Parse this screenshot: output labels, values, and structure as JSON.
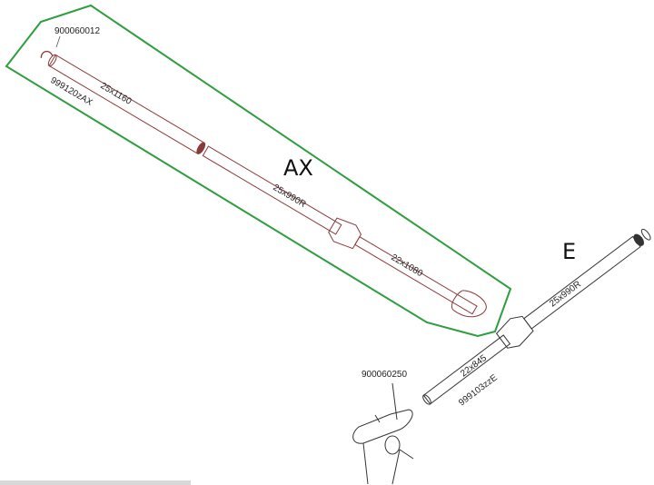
{
  "diagram": {
    "groups": [
      {
        "id": "AX",
        "label": "AX",
        "highlight_color": "#2e9e3e",
        "part_color": "#8b3a3a",
        "parts": {
          "hook_part_number": "900060012",
          "kit_number": "999120zAX",
          "tube_1": "25x1160",
          "tube_2": "25x990R",
          "tube_3": "22x1080"
        }
      },
      {
        "id": "E",
        "label": "E",
        "part_color": "#333333",
        "parts": {
          "tube_1": "25x990R",
          "tube_2": "22x845",
          "kit_number": "999103zzE",
          "connector_part_number": "900060250"
        }
      }
    ]
  }
}
